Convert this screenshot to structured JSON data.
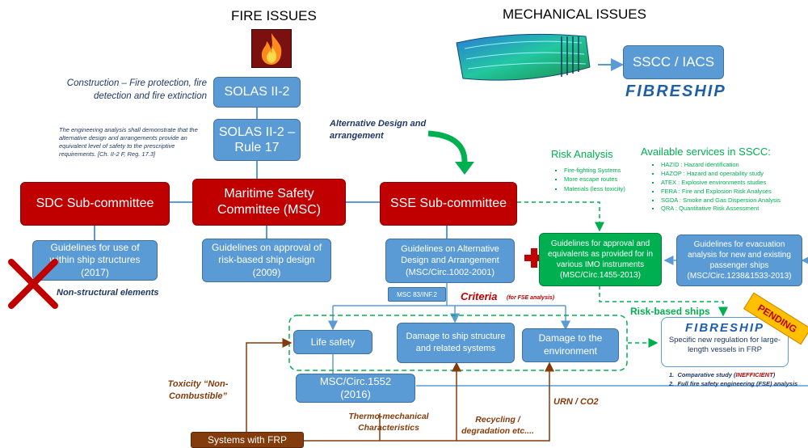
{
  "headings": {
    "fire": "FIRE ISSUES",
    "mechanical": "MECHANICAL ISSUES"
  },
  "boxes": {
    "solas": "SOLAS II-2",
    "solas_rule17": "SOLAS II-2 – Rule 17",
    "sscc": "SSCC / IACS",
    "sdc": "SDC Sub-committee",
    "msc": "Maritime Safety Committee (MSC)",
    "sse": "SSE Sub-committee",
    "guide_sdc": "Guidelines for use of within ship structures (2017)",
    "guide_msc": "Guidelines on approval of risk-based ship design (2009)",
    "guide_alt": "Guidelines on Alternative Design and Arrangement (MSC/Circ.1002-2001)",
    "guide_equiv": "Guidelines for approval and equivalents as provided for in various IMO instruments (MSC/Circ.1455-2013)",
    "guide_evac": "Guidelines for evacuation analysis for new and existing passenger ships (MSC/Circ.1238&1533-2013)",
    "msc83": "MSC 83/INF.2",
    "life_safety": "Life safety",
    "damage_ship": "Damage to ship structure and related systems",
    "damage_env": "Damage to the environment",
    "circ1552": "MSC/Circ.1552 (2016)",
    "systems_frp": "Systems with FRP"
  },
  "labels": {
    "construction": "Construction – Fire protection, fire detection and fire extinction",
    "engineering_note": "The engineering analysis shall demonstrate that the alternative design and arrangements provide an equivalent level of safety to the prescriptive requirements. [Ch. II-2 F, Reg. 17.3]",
    "alt_design": "Alternative Design and arrangement",
    "non_structural": "Non-structural elements",
    "criteria": "Criteria",
    "criteria_note": "(for FSE analysis)",
    "risk_based_ships": "Risk-based ships",
    "pending": "PENDING",
    "toxicity": "Toxicity “Non-Combustible”",
    "thermo": "Thermo-mechanical Characteristics",
    "recycling": "Recycling / degradation etc....",
    "urn": "URN / CO2"
  },
  "risk_analysis": {
    "title": "Risk Analysis",
    "items": [
      "Fire-fighting Systems",
      "More escape routes",
      "Materials (less toxicity)"
    ]
  },
  "sscc_services": {
    "title": "Available services in SSCC:",
    "items": [
      "HAZID : Hazard identification",
      "HAZOP : Hazard and operability study",
      "ATEX : Explosive environments studies",
      "FERA : Fire and Explosion Risk Analyses",
      "SGDA : Smoke and Gas Dispersion Analysis",
      "QRA : Quantitative Risk Assessment"
    ]
  },
  "fibreship": {
    "logo": "FIBRESHIP",
    "box_text": "Specific new regulation for large-length vessels in FRP",
    "notes": [
      {
        "num": "1.",
        "text": "Comparative study (",
        "highlight": "INEFFICIENT",
        "tail": ")"
      },
      {
        "num": "2.",
        "text": "Full fire safety engineering (FSE) analysis",
        "highlight": "",
        "tail": ""
      }
    ]
  },
  "colors": {
    "blue": "#5b9bd5",
    "red": "#c00000",
    "green": "#00b050",
    "brown": "#843c0c",
    "orange": "#ffc000"
  }
}
